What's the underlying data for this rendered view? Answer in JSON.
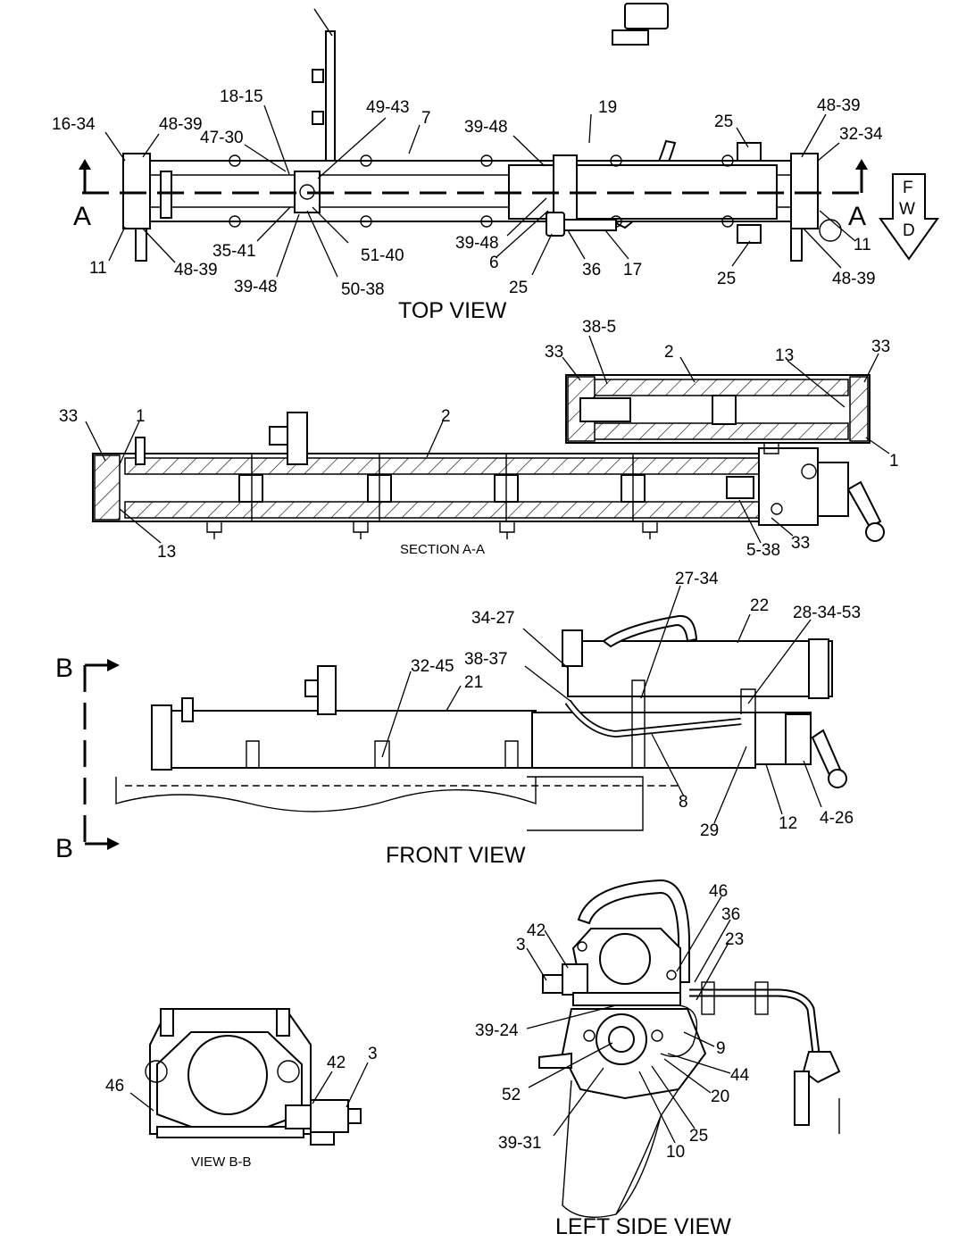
{
  "views": {
    "top": "TOP VIEW",
    "section": "SECTION A-A",
    "front": "FRONT VIEW",
    "left": "LEFT SIDE VIEW",
    "bb": "VIEW B-B"
  },
  "section_markers": {
    "a": "A",
    "b": "B"
  },
  "fwd_arrow": {
    "letters": [
      "F",
      "W",
      "D"
    ]
  },
  "callouts": {
    "top": [
      "16-34",
      "48-39",
      "47-30",
      "18-15",
      "49-43",
      "7",
      "39-48",
      "19",
      "25",
      "48-39",
      "32-34",
      "35-41",
      "51-40",
      "39-48",
      "50-38",
      "39-48",
      "6",
      "25",
      "36",
      "17",
      "11",
      "48-39",
      "25",
      "48-39",
      "11"
    ],
    "section": [
      "38-5",
      "33",
      "2",
      "13",
      "33",
      "33",
      "1",
      "2",
      "1",
      "13",
      "5-38",
      "33"
    ],
    "front": [
      "27-34",
      "22",
      "34-27",
      "28-34-53",
      "38-37",
      "32-45",
      "21",
      "8",
      "29",
      "12",
      "4-26"
    ],
    "left": [
      "46",
      "36",
      "42",
      "3",
      "23",
      "39-24",
      "9",
      "44",
      "52",
      "20",
      "25",
      "39-31",
      "10"
    ],
    "bb": [
      "42",
      "3",
      "46"
    ]
  }
}
